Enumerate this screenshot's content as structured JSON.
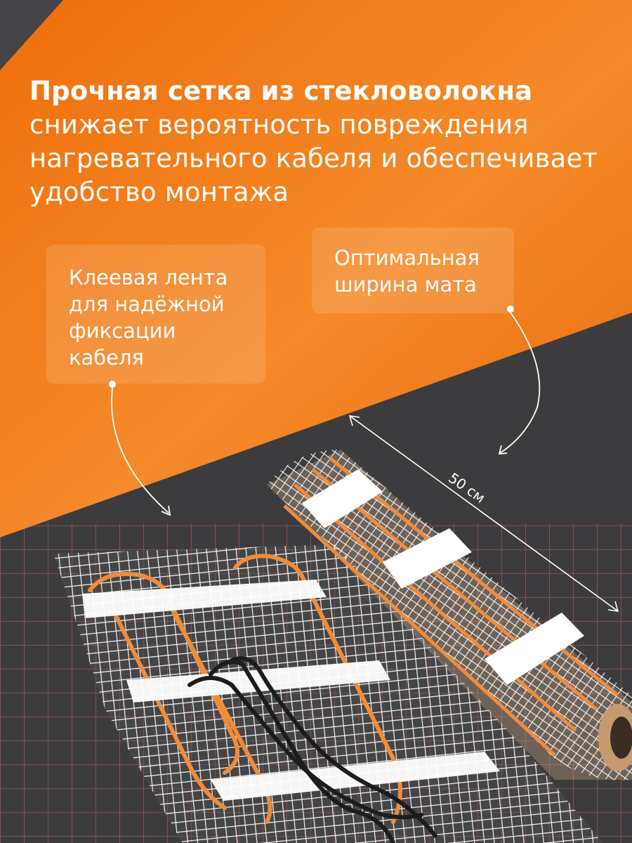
{
  "headline": {
    "bold": "Прочная сетка из стекловолокна",
    "lines": [
      "снижает вероятность повреждения",
      "нагревательного кабеля и обеспечивает",
      "удобство монтажа"
    ]
  },
  "callouts": {
    "tape": [
      "Клеевая лента",
      "для надёжной",
      "фиксации",
      "кабеля"
    ],
    "width": [
      "Оптимальная",
      "ширина мата"
    ]
  },
  "dimension_label": "50 см",
  "colors": {
    "orange": "#f07a12",
    "dark": "#3b3b3d",
    "cable": "#f08c3a",
    "mesh": "#f2f2f2",
    "tape": "#ffffff",
    "power_cord": "#1c1c1e"
  }
}
